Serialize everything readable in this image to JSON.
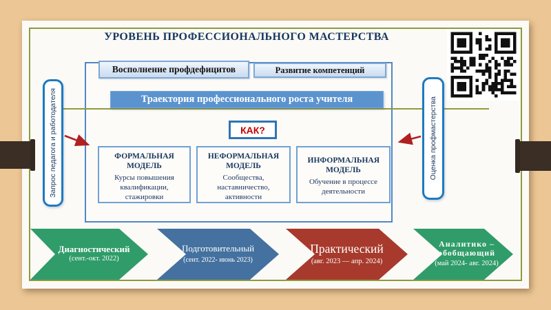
{
  "slide": {
    "title": "УРОВЕНЬ ПРОФЕССИОНАЛЬНОГО МАСТЕРСТВА",
    "flow": {
      "deficit_box": "Восполнение профдефицитов",
      "competence_box": "Развитие компетенций",
      "banner": "Траектория  профессионального роста учителя",
      "question": "КАК?"
    },
    "models": [
      {
        "title": "ФОРМАЛЬНАЯ МОДЕЛЬ",
        "body": "Курсы повышения квалификации, стажировки"
      },
      {
        "title": "НЕФОРМАЛЬНАЯ МОДЕЛЬ",
        "body": "Сообщества, наставничество, активности"
      },
      {
        "title": "ИНФОРМАЛЬНАЯ МОДЕЛЬ",
        "body": "Обучение в процессе деятельности"
      }
    ],
    "side_labels": {
      "left": "Запрос педагога и работодателя",
      "right": "Оценка профмастерства"
    },
    "stages": [
      {
        "name": "Диагностический",
        "dates": "(сент.-окт. 2022)",
        "color": "#2f9c69"
      },
      {
        "name": "Подготовительный",
        "dates": "(сент. 2022- июнь 2023)",
        "color": "#44719f"
      },
      {
        "name": "Практический",
        "dates": "(авг. 2023 — апр. 2024)",
        "color": "#a73a2c"
      },
      {
        "name": "Аналитико – обобщающий",
        "dates": "(май 2024- авг. 2024)",
        "color": "#2f9c69"
      }
    ]
  },
  "colors": {
    "title_navy": "#17365d",
    "accent_blue": "#2e74b5",
    "banner_blue": "#5b93cf",
    "olive_border": "#8e9a3d",
    "arrow_red": "#b02020",
    "question_red": "#c00000",
    "wall_peg_brown": "#3a2e25",
    "background_tan": "#ecc795"
  }
}
